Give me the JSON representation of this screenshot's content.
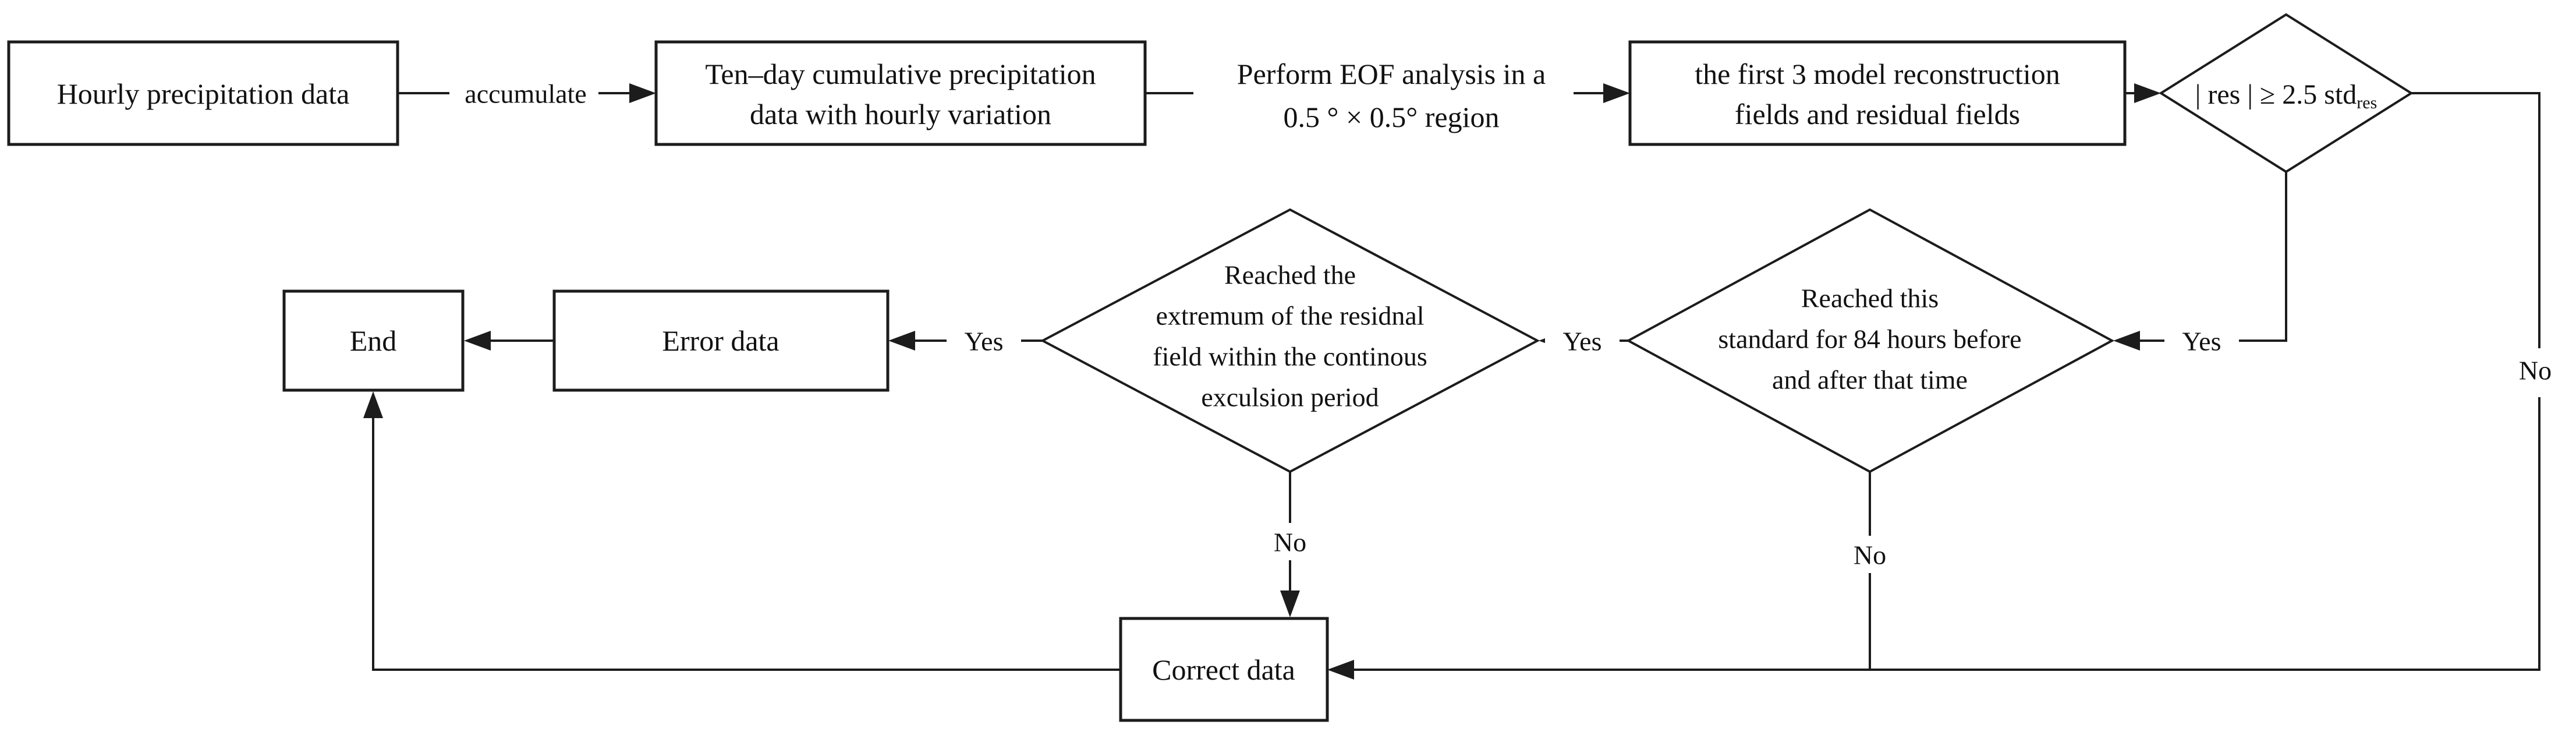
{
  "flowchart": {
    "nodes": {
      "hourly": {
        "label": "Hourly precipitation data"
      },
      "tenday": {
        "line1": "Ten–day  cumulative precipitation",
        "line2": "data with hourly variation"
      },
      "eof_note": {
        "line1": "Perform EOF analysis in a",
        "line2": "0.5 °  × 0.5°  region"
      },
      "first3": {
        "line1": "the first 3 model reconstruction",
        "line2": "fields and residual fields"
      },
      "res_decision": {
        "expr": "| res | ≥ 2.5 std",
        "sub": "res"
      },
      "standard84": {
        "line1": "Reached this",
        "line2": "standard for 84 hours before",
        "line3": "and after that time"
      },
      "extremum": {
        "line1": "Reached the",
        "line2": "extremum of the residnal",
        "line3": "field within the continous",
        "line4": "exculsion period"
      },
      "error_data": {
        "label": "Error data"
      },
      "end": {
        "label": "End"
      },
      "correct_data": {
        "label": "Correct data"
      }
    },
    "edge_labels": {
      "accumulate": "accumulate",
      "yes_res_to_standard84": "Yes",
      "yes_standard84_to_extremum": "Yes",
      "yes_extremum_to_error": "Yes",
      "no_res": "No",
      "no_standard84": "No",
      "no_extremum": "No"
    },
    "colors": {
      "line": "#1c1c1c",
      "text": "#111111",
      "background": "#ffffff"
    }
  }
}
